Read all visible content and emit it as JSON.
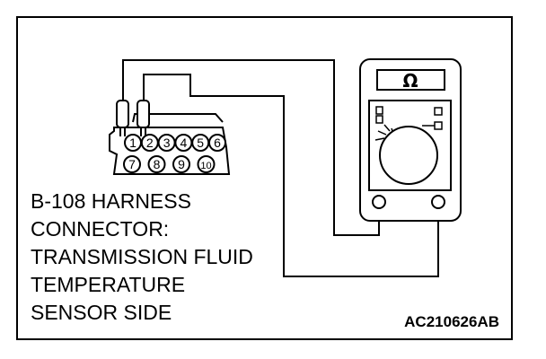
{
  "figure": {
    "caption_lines": [
      "B-108 HARNESS",
      "CONNECTOR:",
      "TRANSMISSION FLUID",
      "TEMPERATURE",
      "SENSOR SIDE"
    ],
    "figure_id": "AC210626AB"
  },
  "connector": {
    "top_row_pins": [
      "1",
      "2",
      "3",
      "4",
      "5",
      "6"
    ],
    "bottom_row_pins": [
      "7",
      "8",
      "9",
      "10"
    ]
  },
  "meter": {
    "display": "Ω",
    "icon": "ohmmeter-icon"
  }
}
